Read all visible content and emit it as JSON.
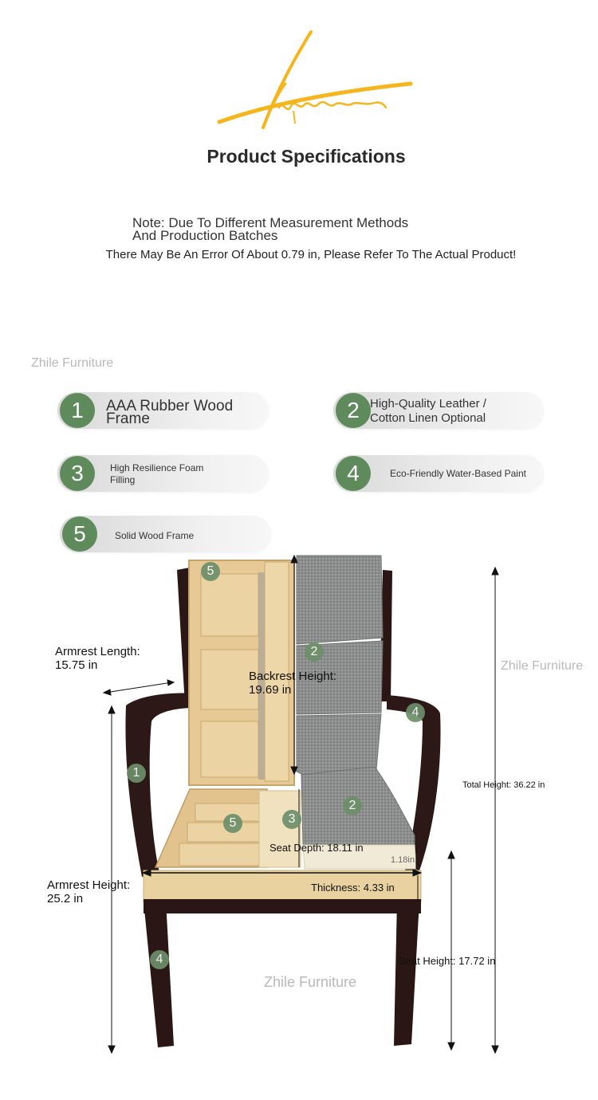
{
  "header": {
    "title": "Product Specifications",
    "note_line1": "Note: Due To Different Measurement Methods",
    "note_line2": "And Production Batches",
    "note_line3": "There May Be An Error Of About 0.79 in, Please Refer To The Actual Product!"
  },
  "brand": {
    "signature_text": "ATidasso",
    "watermark_left": "Zhile Furniture",
    "watermark_right": "Zhile Furniture",
    "watermark_bottom": "Zhile Furniture",
    "accent_color": "#f5b51d",
    "badge_color": "#5f8a5c"
  },
  "features": [
    {
      "number": "1",
      "line1": "AAA Rubber Wood",
      "line2": "Frame"
    },
    {
      "number": "2",
      "line1": "High-Quality Leather /",
      "line2": "Cotton Linen Optional"
    },
    {
      "number": "3",
      "line1": "High Resilience Foam",
      "line2": "Filling"
    },
    {
      "number": "4",
      "line1": "Eco-Friendly Water-Based Paint"
    },
    {
      "number": "5",
      "line1": "Solid Wood Frame"
    }
  ],
  "markers": [
    "5",
    "2",
    "4",
    "1",
    "5",
    "3",
    "2",
    "4"
  ],
  "dimensions": {
    "armrest_length_label": "Armrest Length:",
    "armrest_length_value": "15.75 in",
    "backrest_height_label": "Backrest Height:",
    "backrest_height_value": "19.69 in",
    "total_height": "Total Height: 36.22 in",
    "seat_depth": "Seat Depth: 18.11 in",
    "cushion_small": "1.18in",
    "armrest_height_label": "Armrest Height:",
    "armrest_height_value": "25.2 in",
    "thickness": "Thickness: 4.33 in",
    "seat_height": "Seat Height: 17.72 in"
  }
}
